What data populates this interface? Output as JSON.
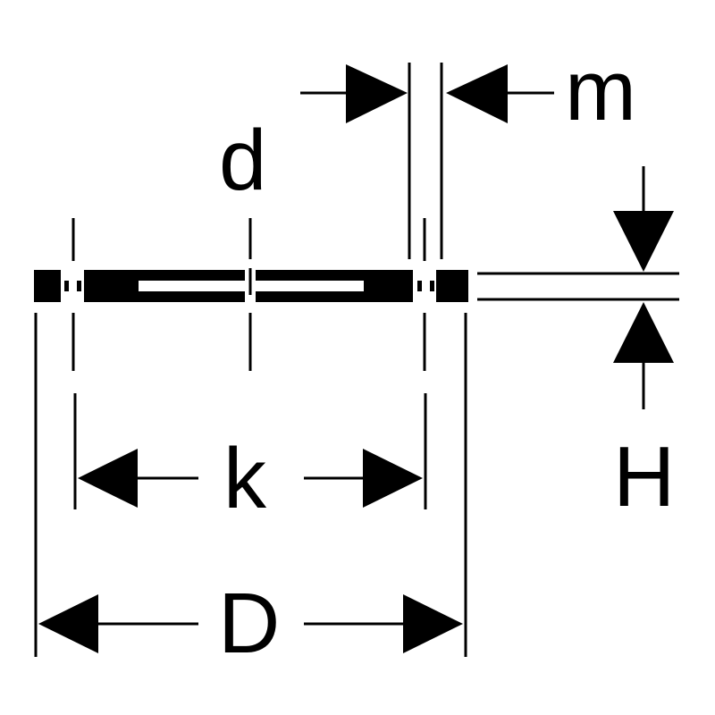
{
  "diagram": {
    "labels": {
      "d": "d",
      "m": "m",
      "k": "k",
      "D": "D",
      "H": "H"
    },
    "colors": {
      "ink": "#000000",
      "paper": "#ffffff"
    }
  }
}
